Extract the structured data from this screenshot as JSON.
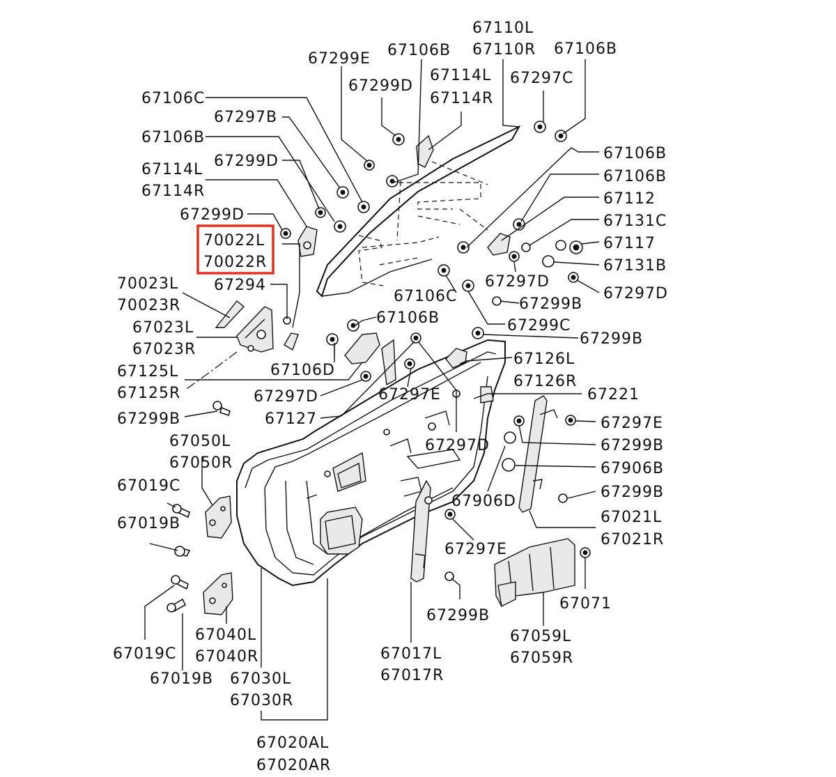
{
  "highlight_color": "#e0301e",
  "labels": {
    "l67110L": "67110L",
    "l67110R": "67110R",
    "l67299E": "67299E",
    "l67106B_top": "67106B",
    "l67106B_tr": "67106B",
    "l67299D_top": "67299D",
    "l67114L_top": "67114L",
    "l67114R_top": "67114R",
    "l67297C": "67297C",
    "l67106C_left": "67106C",
    "l67297B": "67297B",
    "l67106B_left": "67106B",
    "l67299D_mid": "67299D",
    "l67114L_left": "67114L",
    "l67114R_left": "67114R",
    "l67299D_left": "67299D",
    "l70022L": "70022L",
    "l70022R": "70022R",
    "l70023L": "70023L",
    "l70023R": "70023R",
    "l67294": "67294",
    "l67023L": "67023L",
    "l67023R": "67023R",
    "l67125L": "67125L",
    "l67125R": "67125R",
    "l67299B_left": "67299B",
    "l67106B_r1": "67106B",
    "l67106B_r2": "67106B",
    "l67112": "67112",
    "l67131C": "67131C",
    "l67117": "67117",
    "l67131B": "67131B",
    "l67297D_r": "67297D",
    "l67297D_c": "67297D",
    "l67106C_c": "67106C",
    "l67299B_c": "67299B",
    "l67299C": "67299C",
    "l67106B_c": "67106B",
    "l67299B_r1": "67299B",
    "l67106D": "67106D",
    "l67126L": "67126L",
    "l67126R": "67126R",
    "l67297D_lc": "67297D",
    "l67297E_c": "67297E",
    "l67221": "67221",
    "l67127": "67127",
    "l67297E_r": "67297E",
    "l67297D_mc": "67297D",
    "l67299B_r2": "67299B",
    "l67050L": "67050L",
    "l67050R": "67050R",
    "l67906B": "67906B",
    "l67019C_top": "67019C",
    "l67906D": "67906D",
    "l67299B_r3": "67299B",
    "l67019B_top": "67019B",
    "l67021L": "67021L",
    "l67021R": "67021R",
    "l67297E_b": "67297E",
    "l67071": "67071",
    "l67299B_b": "67299B",
    "l67040L": "67040L",
    "l67040R": "67040R",
    "l67059L": "67059L",
    "l67059R": "67059R",
    "l67017L": "67017L",
    "l67017R": "67017R",
    "l67019C_bot": "67019C",
    "l67030L": "67030L",
    "l67030R": "67030R",
    "l67019B_bot": "67019B",
    "l67020AL": "67020AL",
    "l67020AR": "67020AR"
  }
}
